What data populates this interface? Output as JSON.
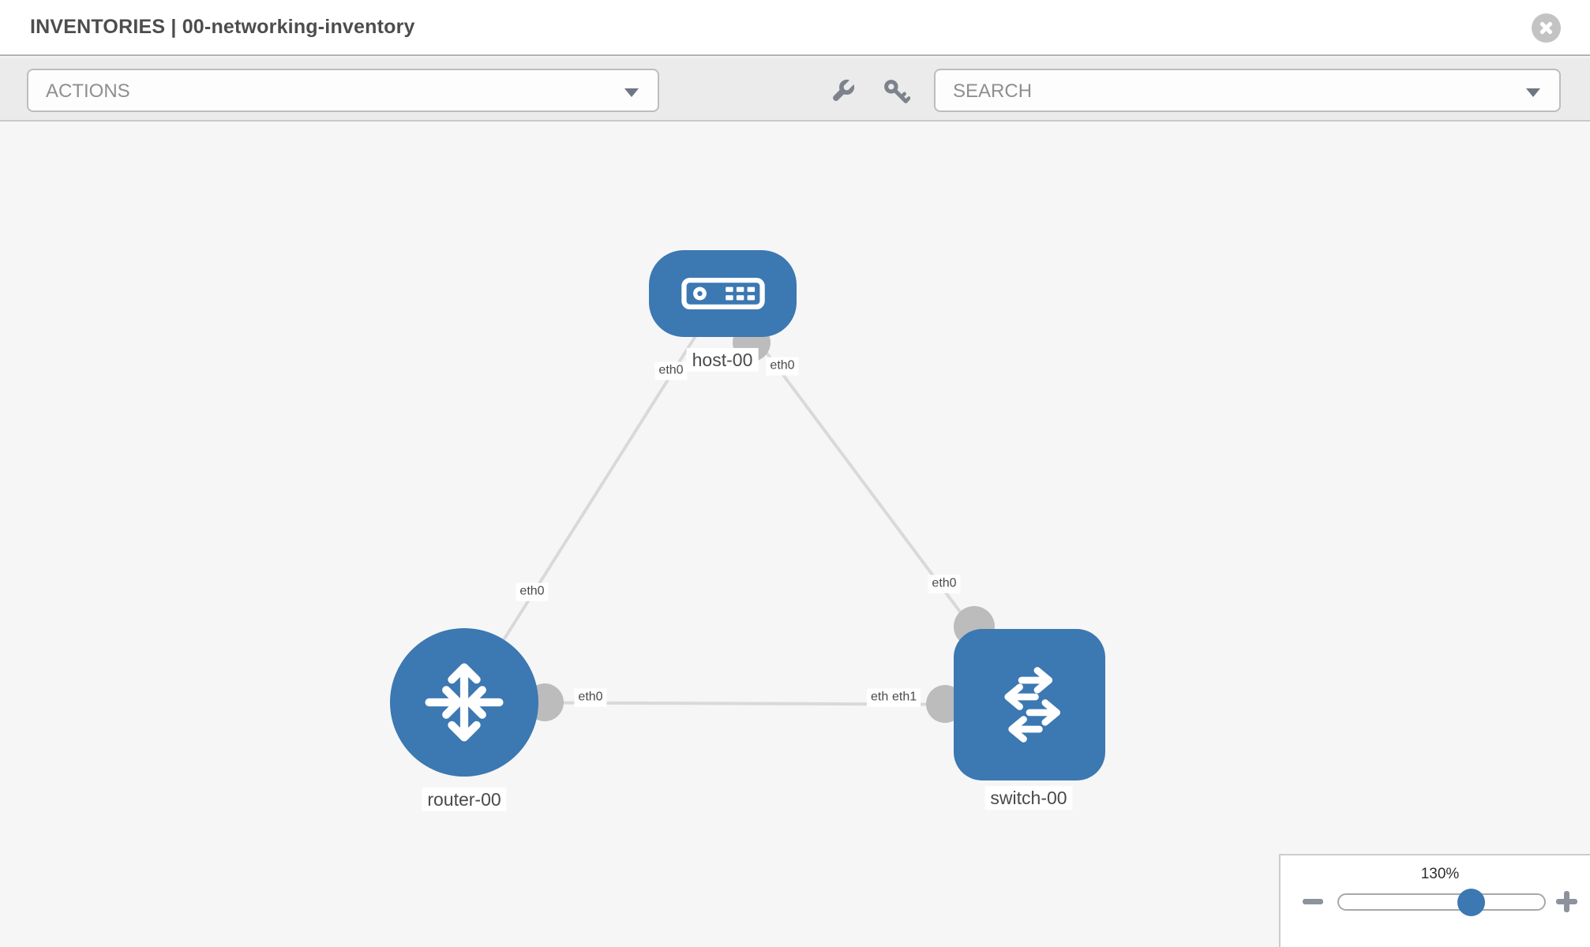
{
  "header": {
    "title": "INVENTORIES | 00-networking-inventory"
  },
  "toolbar": {
    "actions_placeholder": "ACTIONS",
    "search_placeholder": "SEARCH",
    "icons": [
      "wrench-icon",
      "key-icon"
    ]
  },
  "topology": {
    "nodes": [
      {
        "id": "host-00",
        "type": "host",
        "label": "host-00"
      },
      {
        "id": "router-00",
        "type": "router",
        "label": "router-00"
      },
      {
        "id": "switch-00",
        "type": "switch",
        "label": "switch-00"
      }
    ],
    "links": [
      {
        "source": "host-00",
        "source_port": "eth0",
        "target": "router-00",
        "target_port": "eth0"
      },
      {
        "source": "host-00",
        "source_port": "eth0",
        "target": "switch-00",
        "target_port": "eth0"
      },
      {
        "source": "router-00",
        "source_port": "eth0",
        "target": "switch-00",
        "target_port": "eth1"
      }
    ],
    "labels": {
      "host": "host-00",
      "router": "router-00",
      "switch": "switch-00",
      "host_port_left": "eth0",
      "host_port_right": "eth0",
      "router_port_top": "eth0",
      "switch_port_top": "eth0",
      "router_port_right": "eth0",
      "switch_port_left_under": "eth0",
      "switch_port_left_over": "eth1"
    }
  },
  "zoom_control": {
    "level": "130%",
    "minus_icon": "minus-icon",
    "plus_icon": "plus-icon"
  },
  "colors": {
    "node_fill": "#3c78b2",
    "edge": "#d9d9d9",
    "connector": "#bcbcbc",
    "label_text": "#4a4a4a",
    "toolbar_bg": "#ebebeb",
    "canvas_bg": "#f6f6f6",
    "placeholder_text": "#8f8f8f"
  }
}
